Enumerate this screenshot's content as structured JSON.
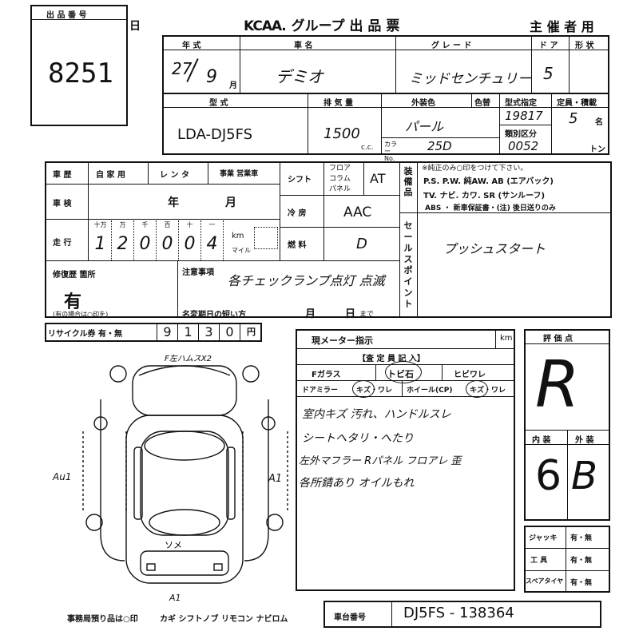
{
  "header": {
    "lot_label": "出 品 番 号",
    "lot_number": "8251",
    "day_mark": "日",
    "logo": "KCAA",
    "title_rest": ". グループ 出 品 票",
    "sponsor": "主 催 者 用"
  },
  "row1": {
    "year_label": "年 式",
    "year_value": "27",
    "month_value": "9",
    "month_unit": "月",
    "car_label": "車 名",
    "car_value": "デミオ",
    "grade_label": "グ レ ー ド",
    "grade_value": "ミッドセンチュリー",
    "door_label": "ド ア",
    "door_value": "5",
    "shape_label": "形 状"
  },
  "row2": {
    "model_label": "型 式",
    "model_value": "LDA-DJ5FS",
    "disp_label": "排 気 量",
    "disp_value": "1500",
    "cc_unit": "c.c.",
    "ext_color_label": "外装色",
    "ext_color_value": "パール",
    "color_change_label": "色替",
    "color_no_label": "カラー No.",
    "color_no_value": "25D",
    "type_spec_label": "型式指定",
    "type_spec_value": "19817",
    "class_label": "類別区分",
    "class_value": "0052",
    "capacity_label": "定員・積載",
    "capacity_value": "5",
    "capacity_unit": "名",
    "load_unit": "トン"
  },
  "history": {
    "label": "車 歴",
    "private": "自 家 用",
    "rental": "レ ン タ",
    "business": "事業 営業車",
    "inspection_label": "車 検",
    "year_unit": "年",
    "month_unit": "月",
    "mileage_label": "走 行",
    "digit_units": [
      "十万",
      "万",
      "千",
      "百",
      "十",
      "一"
    ],
    "mileage_digits": [
      "1",
      "2",
      "0",
      "0",
      "0",
      "4"
    ],
    "km_label": "km",
    "mile_label": "マイル"
  },
  "shift": {
    "shift_label": "シフト",
    "floor": "フロア",
    "column": "コラム",
    "panel": "パネル",
    "shift_value": "AT",
    "ac_label": "冷 房",
    "ac_value": "AAC",
    "fuel_label": "燃 料",
    "fuel_value": "D"
  },
  "equipment": {
    "label": "装備品",
    "note": "※純正のみ○印をつけて下さい。",
    "line1": "P.S. P.W. 純AW. AB (エアバック)",
    "line2": "TV. ナビ. カワ. SR (サンルーフ)",
    "line3": "ABS ・ 新車保証書・(注) 後日送りのみ"
  },
  "sales_point": {
    "label": "セールスポイント",
    "value": "プッシュスタート"
  },
  "repair": {
    "label": "修復歴 箇所",
    "value": "有",
    "note": "(有の場合は○印を)"
  },
  "notes": {
    "label": "注意事項",
    "value": "各チェックランプ点灯 点滅",
    "short_label": "名変期日の短い方",
    "month_unit": "月",
    "day_unit": "日",
    "until": "まで"
  },
  "recycle": {
    "label": "リサイクル券 有・無",
    "digits": [
      "9",
      "1",
      "3",
      "0"
    ],
    "yen": "円"
  },
  "meter": {
    "label": "現メーター指示",
    "km": "km",
    "inspector_header": "【査 定 員 記 入】",
    "glass": "Fガラス",
    "glass_chip": "トビ石",
    "glass_crack": "ヒビワレ",
    "mirror": "ドアミラー",
    "mirror_vals": "キズ・ワレ",
    "wheel": "ホイール(CP)",
    "wheel_vals": "キズ・ワレ",
    "comments": [
      "室内キズ 汚れ、ハンドルスレ",
      "シートヘタリ・へたり",
      "左外マフラー Rパネル フロアレ 歪",
      "各所錆あり オイルもれ"
    ]
  },
  "diagram": {
    "front_mark": "F左ハムスX2",
    "left_mark": "Au1",
    "right_mark": "A1",
    "rear_mark": "ソメ",
    "bottom_mark": "A1"
  },
  "score": {
    "label": "評 価 点",
    "value": "R",
    "interior_label": "内 装",
    "exterior_label": "外 装",
    "interior_value": "6",
    "exterior_value": "B"
  },
  "tools": {
    "jack": "ジャッキ",
    "tools": "工 具",
    "spare": "スペアタイヤ",
    "yesno": "有・無"
  },
  "footer": {
    "office_note": "事務局預り品は○印",
    "items": "カギ シフトノブ リモコン ナビロム",
    "chassis_label": "車台番号",
    "chassis_value": "DJ5FS - 138364"
  }
}
